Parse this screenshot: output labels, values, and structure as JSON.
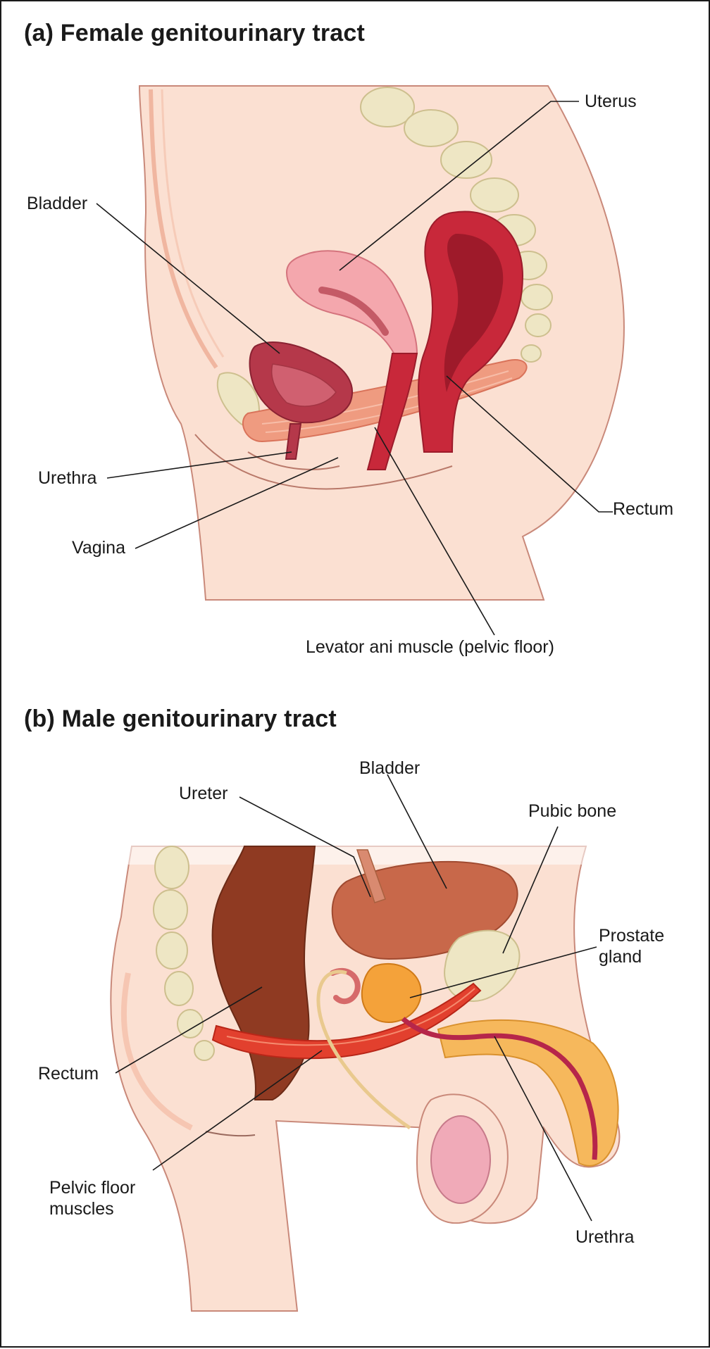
{
  "figure_a": {
    "heading": "(a) Female genitourinary tract",
    "labels": {
      "uterus": "Uterus",
      "bladder": "Bladder",
      "urethra": "Urethra",
      "vagina": "Vagina",
      "rectum": "Rectum",
      "levator_ani": "Levator ani muscle (pelvic floor)"
    }
  },
  "figure_b": {
    "heading": "(b) Male genitourinary tract",
    "labels": {
      "bladder": "Bladder",
      "ureter": "Ureter",
      "pubic_bone": "Pubic bone",
      "prostate": "Prostate\ngland",
      "rectum": "Rectum",
      "pelvic_floor": "Pelvic floor\nmuscles",
      "urethra": "Urethra"
    }
  },
  "colors": {
    "skin": "#fbe0d2",
    "skin_edge": "#c9897a",
    "bone": "#eee6c4",
    "uterus": "#f4a7ad",
    "bladder_female": "#b5384a",
    "rectum_female": "#c8283a",
    "muscle": "#ef9b80",
    "rectum_male": "#8f3a22",
    "bladder_male": "#c8684a",
    "prostate": "#f4a23a",
    "penis": "#f6b85c",
    "testis": "#f0aab8"
  }
}
